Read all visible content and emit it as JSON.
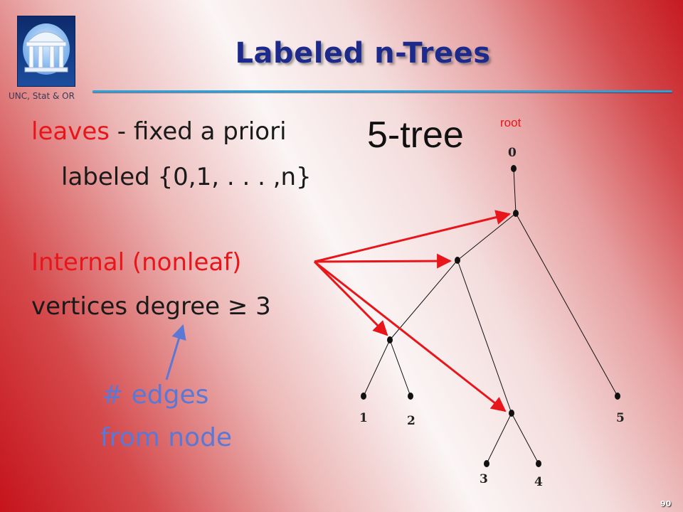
{
  "logo": {
    "caption": "UNC, Stat & OR"
  },
  "title": "Labeled n-Trees",
  "left_text": {
    "leaves_word": "leaves",
    "leaves_rest": " - fixed a priori",
    "labeled_line": "labeled {0,1, . . . ,n}",
    "internal_line": "Internal (nonleaf)",
    "vertices_line": "vertices degree ≥ 3",
    "edges_line": "# edges",
    "from_node_line": "from node"
  },
  "tree": {
    "heading": "5-tree",
    "root_label": "root",
    "leaf_labels": [
      "0",
      "1",
      "2",
      "3",
      "4",
      "5"
    ]
  },
  "colors": {
    "title": "#1d2a8c",
    "highlight_red": "#e8161a",
    "annotation_blue": "#5a78d6",
    "rule_blue": "#2f9fd6"
  },
  "page_number": "90"
}
